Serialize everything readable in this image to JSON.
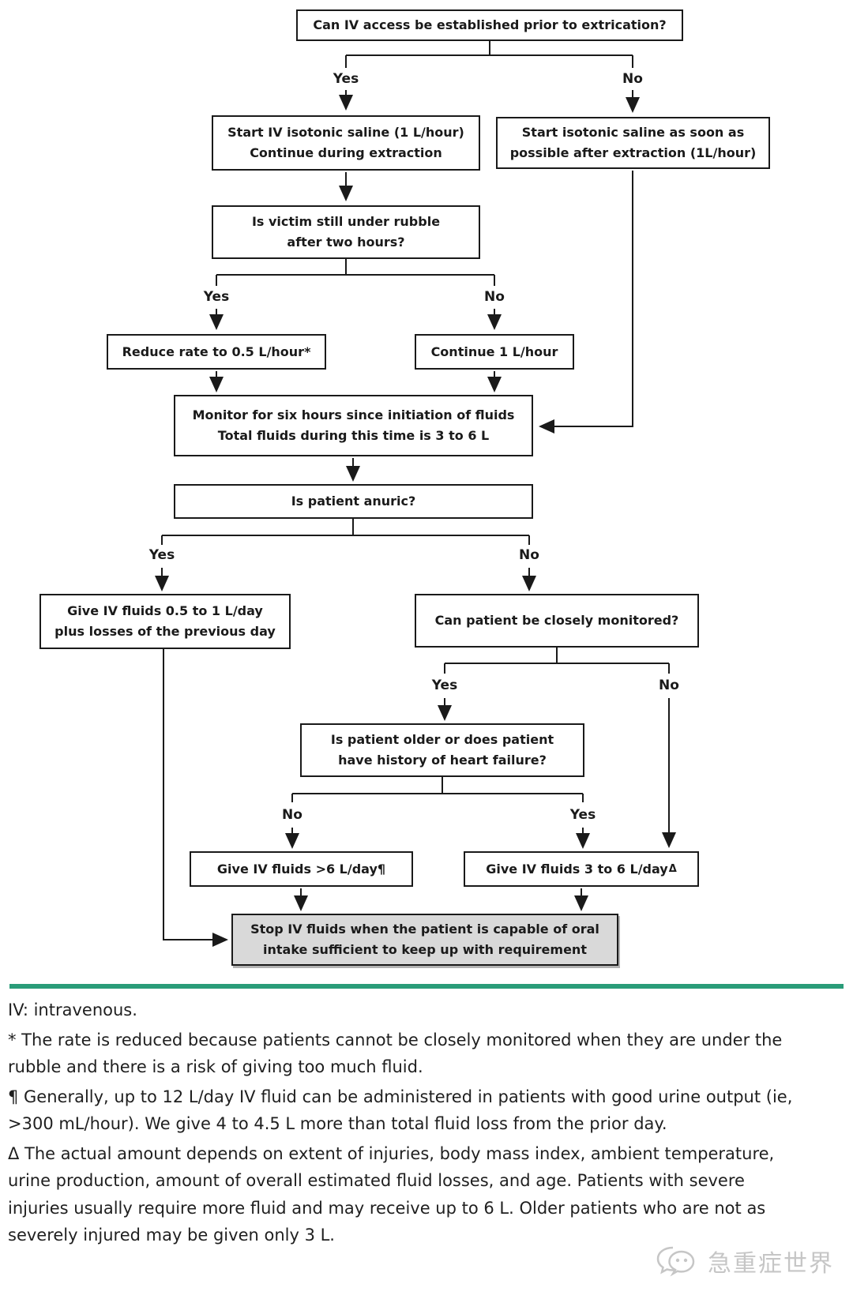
{
  "flowchart": {
    "boxes": {
      "q_iv_access": "Can IV access be established prior to extrication?",
      "start_iv_prior": "Start IV isotonic saline (1 L/hour)\nContinue during extraction",
      "start_iv_after": "Start isotonic saline as soon as\npossible after extraction (1L/hour)",
      "q_under_rubble": "Is victim still under rubble\nafter two hours?",
      "reduce_rate": "Reduce rate to 0.5 L/hour*",
      "continue_rate": "Continue 1 L/hour",
      "monitor": "Monitor for six hours since initiation of fluids\nTotal fluids during this time is 3 to 6 L",
      "q_anuric": "Is patient anuric?",
      "give_low": "Give IV fluids 0.5 to 1 L/day\nplus losses of the previous day",
      "q_monitored": "Can patient be closely monitored?",
      "q_older_hf": "Is patient older or does patient\nhave history of heart failure?",
      "give_high": "Give IV fluids >6 L/day¶",
      "give_mid": "Give IV fluids 3 to 6 L/day",
      "give_mid_sup": "Δ",
      "stop": "Stop IV fluids when the patient is capable of oral\nintake sufficient to keep up with requirement"
    },
    "labels": {
      "yes": "Yes",
      "no": "No"
    }
  },
  "footnotes": {
    "abbrev": "IV: intravenous.",
    "asterisk": "* The rate is reduced because patients cannot be closely monitored when they are under the rubble and there is a risk of giving too much fluid.",
    "pilcrow": "¶ Generally, up to 12 L/day IV fluid can be administered in patients with good urine output (ie, >300 mL/hour). We give 4 to 4.5 L more than total fluid loss from the prior day.",
    "delta": "Δ The actual amount depends on extent of injuries, body mass index, ambient temperature, urine production, amount of overall estimated fluid losses, and age. Patients with severe injuries usually require more fluid and may receive up to 6 L. Older patients who are not as severely injured may be given only 3 L."
  },
  "watermark": {
    "text": "急重症世界"
  },
  "colors": {
    "divider_green": "#2a9c79",
    "stop_box_bg": "#d9d9d9",
    "line_color": "#1a1a1a"
  }
}
